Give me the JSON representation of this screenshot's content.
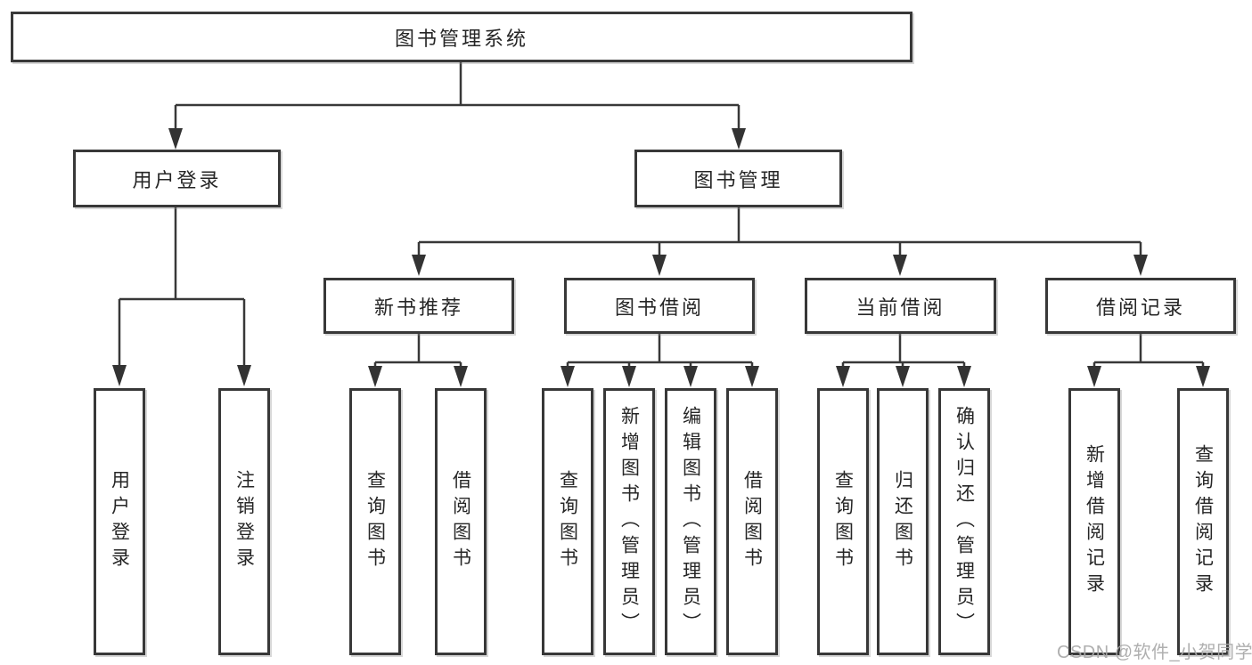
{
  "tree": {
    "root": {
      "label": "图书管理系统"
    },
    "branches": [
      {
        "label": "用户登录",
        "leaves": [
          "用户登录",
          "注销登录"
        ]
      },
      {
        "label": "图书管理",
        "groups": [
          {
            "label": "新书推荐",
            "leaves": [
              "查询图书",
              "借阅图书"
            ]
          },
          {
            "label": "图书借阅",
            "leaves": [
              "查询图书",
              "新增图书（管理员）",
              "编辑图书（管理员）",
              "借阅图书"
            ]
          },
          {
            "label": "当前借阅",
            "leaves": [
              "查询图书",
              "归还图书",
              "确认归还（管理员）"
            ]
          },
          {
            "label": "借阅记录",
            "leaves": [
              "新增借阅记录",
              "查询借阅记录"
            ]
          }
        ]
      }
    ]
  },
  "watermark": {
    "text": "CSDN @软件_小贺同学"
  },
  "colors": {
    "line": "#383838",
    "text": "#262626",
    "background": "#ffffff",
    "watermark": "#a8a8a8"
  }
}
